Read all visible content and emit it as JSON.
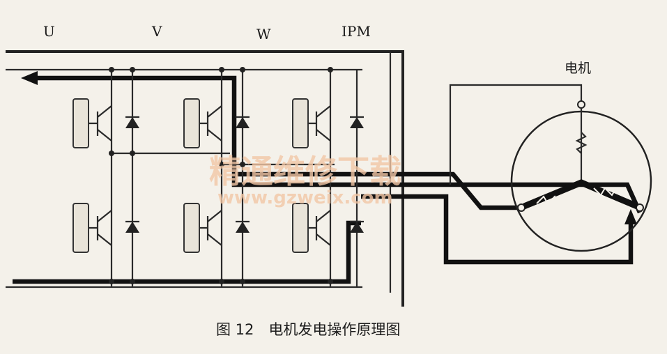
{
  "diagram": {
    "phase_labels": [
      "U",
      "V",
      "W"
    ],
    "module_label": "IPM",
    "motor_label": "电机",
    "caption": "图 12　电机发电操作原理图",
    "watermark_line1": "精通维修下载",
    "watermark_line2": "www.gzweix.com",
    "colors": {
      "background": "#f4f1ea",
      "lines": "#222222",
      "watermark": "#f2c7a6"
    }
  }
}
